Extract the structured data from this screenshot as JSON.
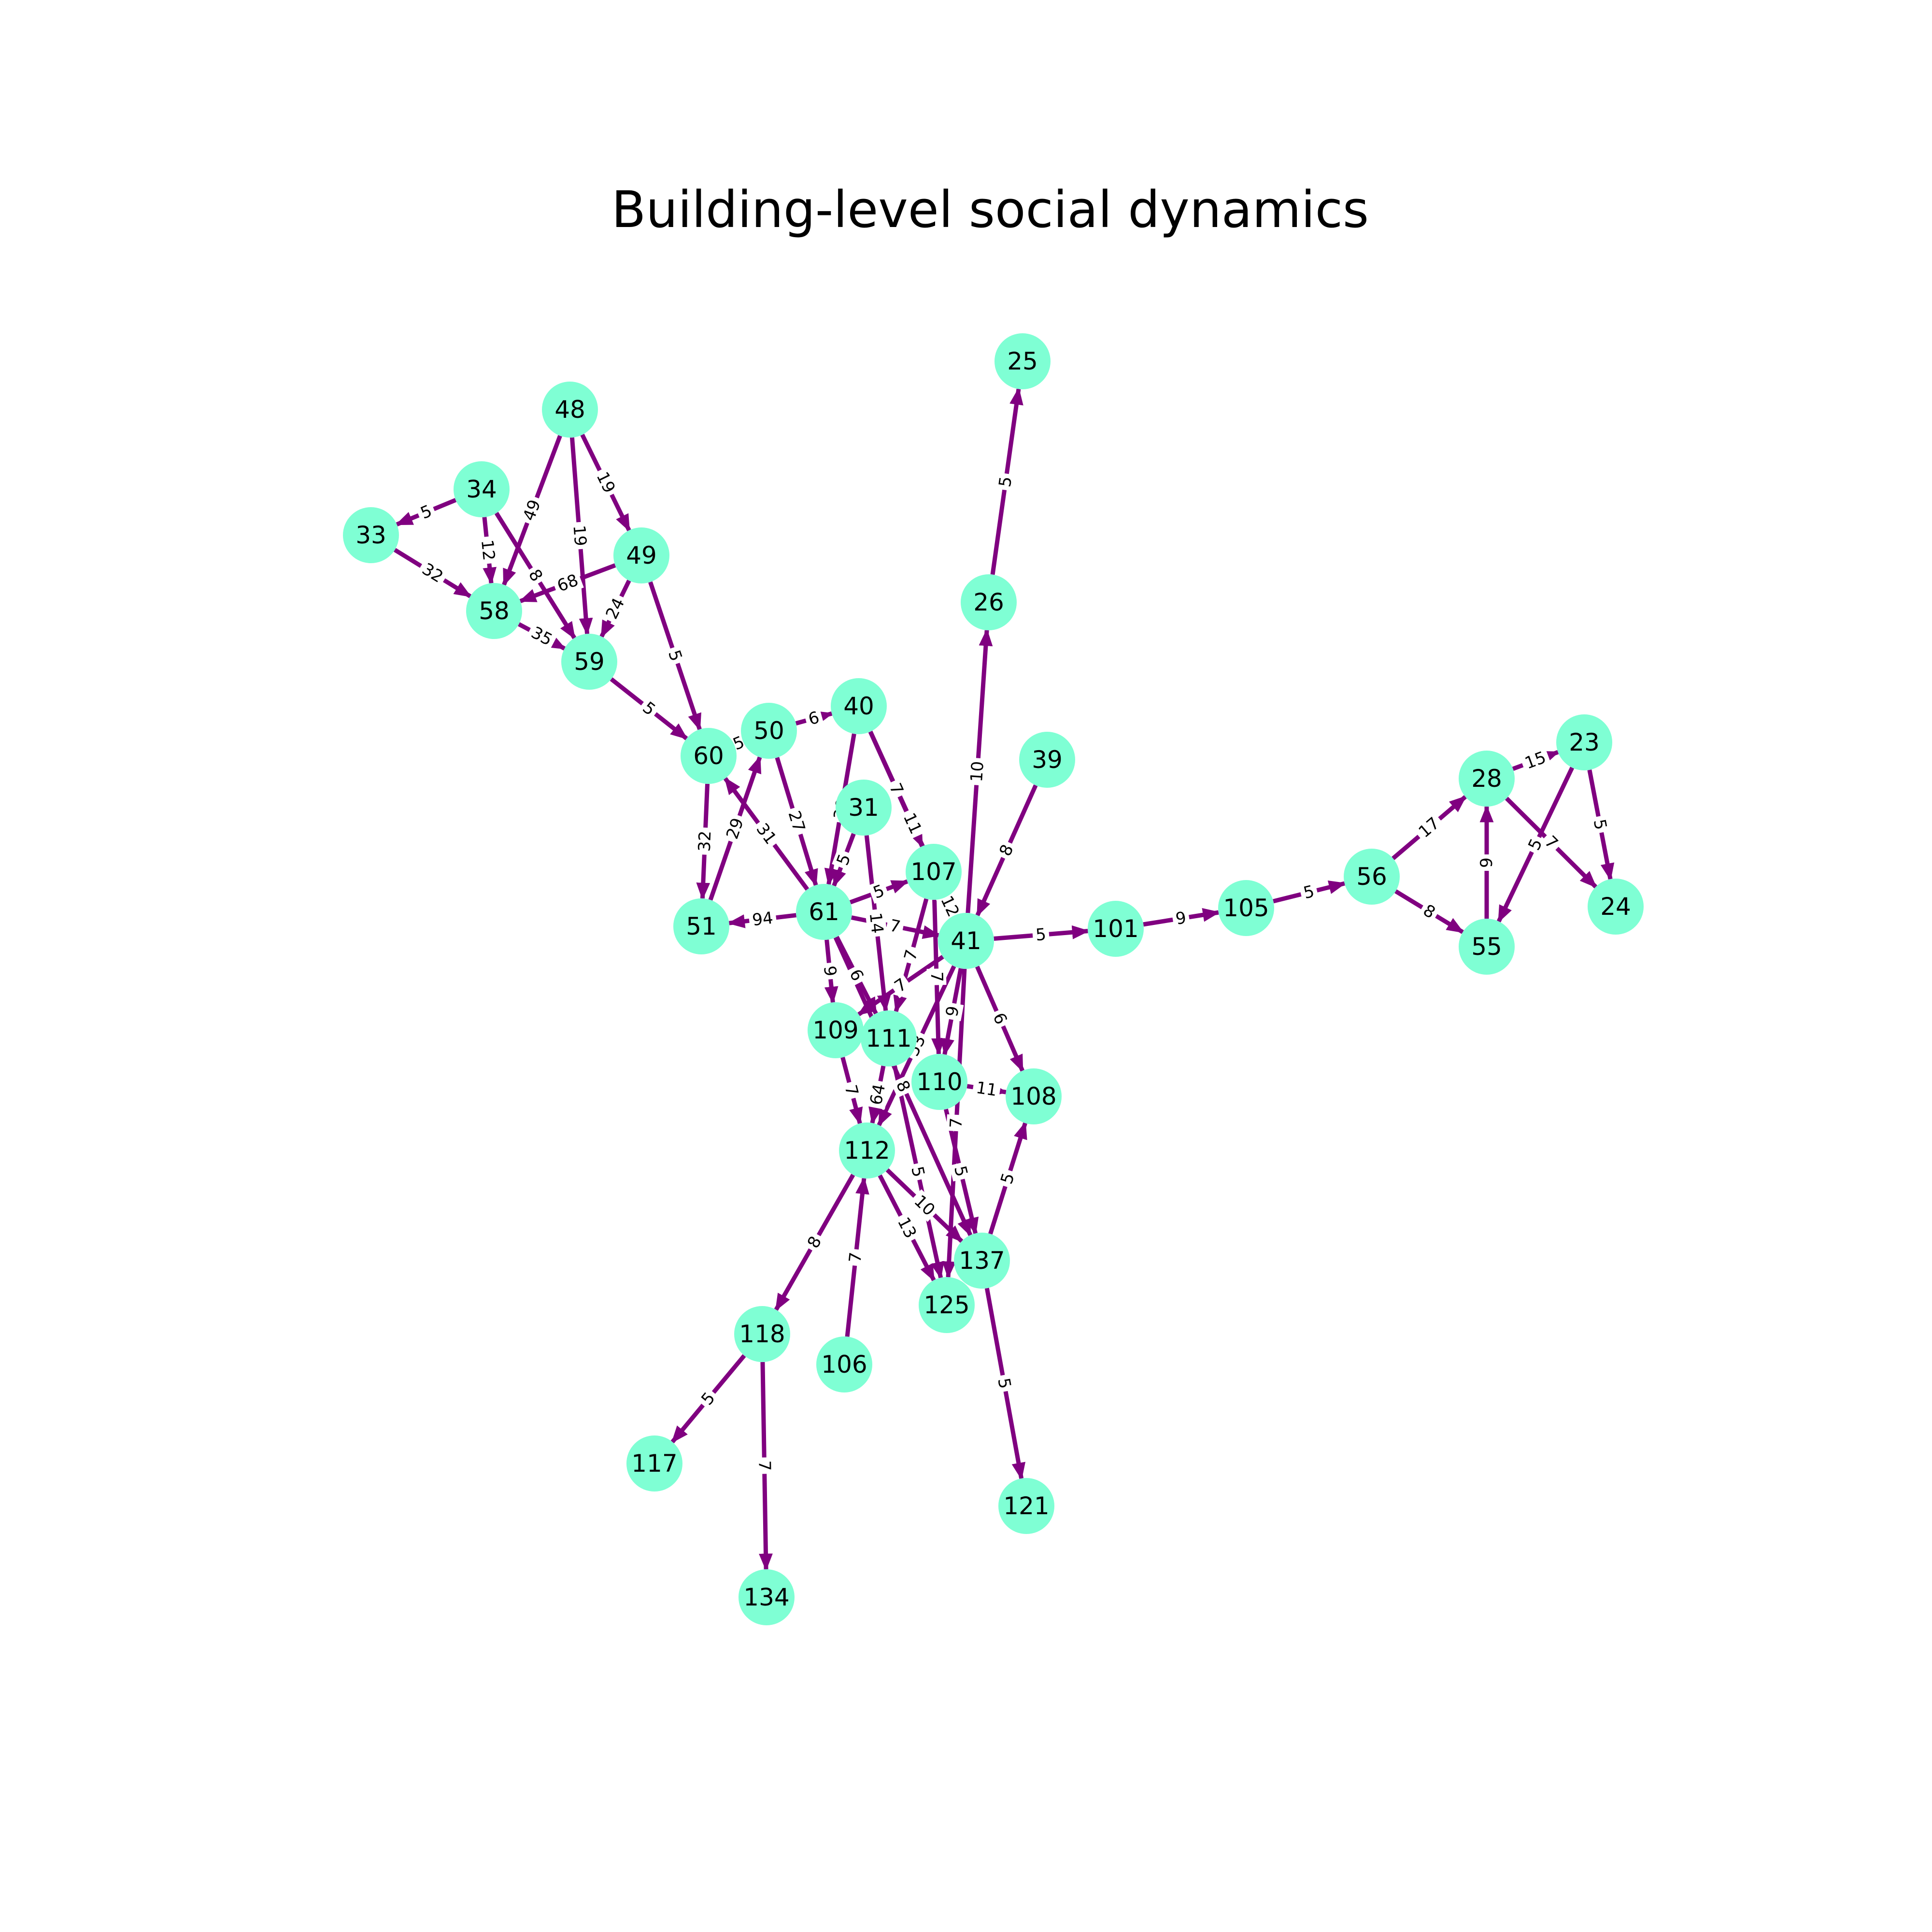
{
  "title": "Building-level social dynamics",
  "colors": {
    "node": "#7fffd4",
    "edge": "#800080",
    "background": "#ffffff",
    "text": "#000000"
  },
  "nodes": [
    {
      "id": "25"
    },
    {
      "id": "48"
    },
    {
      "id": "34"
    },
    {
      "id": "33"
    },
    {
      "id": "49"
    },
    {
      "id": "58"
    },
    {
      "id": "59"
    },
    {
      "id": "26"
    },
    {
      "id": "40"
    },
    {
      "id": "50"
    },
    {
      "id": "60"
    },
    {
      "id": "39"
    },
    {
      "id": "23"
    },
    {
      "id": "28"
    },
    {
      "id": "31"
    },
    {
      "id": "107"
    },
    {
      "id": "56"
    },
    {
      "id": "24"
    },
    {
      "id": "105"
    },
    {
      "id": "61"
    },
    {
      "id": "51"
    },
    {
      "id": "101"
    },
    {
      "id": "41"
    },
    {
      "id": "55"
    },
    {
      "id": "109"
    },
    {
      "id": "111"
    },
    {
      "id": "110"
    },
    {
      "id": "108"
    },
    {
      "id": "112"
    },
    {
      "id": "137"
    },
    {
      "id": "125"
    },
    {
      "id": "118"
    },
    {
      "id": "106"
    },
    {
      "id": "117"
    },
    {
      "id": "121"
    },
    {
      "id": "134"
    }
  ],
  "edges": [
    {
      "source": "26",
      "target": "25",
      "label": "5"
    },
    {
      "source": "41",
      "target": "26",
      "label": "10"
    },
    {
      "source": "34",
      "target": "33",
      "label": "5"
    },
    {
      "source": "33",
      "target": "58",
      "label": "32"
    },
    {
      "source": "34",
      "target": "58",
      "label": "12"
    },
    {
      "source": "34",
      "target": "59",
      "label": "8"
    },
    {
      "source": "48",
      "target": "58",
      "label": "49"
    },
    {
      "source": "48",
      "target": "59",
      "label": "19"
    },
    {
      "source": "48",
      "target": "49",
      "label": "19"
    },
    {
      "source": "49",
      "target": "58",
      "label": "68"
    },
    {
      "source": "49",
      "target": "59",
      "label": "24"
    },
    {
      "source": "58",
      "target": "59",
      "label": "35"
    },
    {
      "source": "49",
      "target": "60",
      "label": "5"
    },
    {
      "source": "59",
      "target": "60",
      "label": "5"
    },
    {
      "source": "50",
      "target": "40",
      "label": "6"
    },
    {
      "source": "60",
      "target": "50",
      "label": "5"
    },
    {
      "source": "60",
      "target": "51",
      "label": "32"
    },
    {
      "source": "61",
      "target": "60",
      "label": "31"
    },
    {
      "source": "51",
      "target": "50",
      "label": "29"
    },
    {
      "source": "50",
      "target": "61",
      "label": "27"
    },
    {
      "source": "61",
      "target": "51",
      "label": "94"
    },
    {
      "source": "40",
      "target": "61",
      "label": "30"
    },
    {
      "source": "40",
      "target": "107",
      "label": "7"
    },
    {
      "source": "40",
      "target": "41",
      "label": "11"
    },
    {
      "source": "31",
      "target": "61",
      "label": "5"
    },
    {
      "source": "31",
      "target": "111",
      "label": "14"
    },
    {
      "source": "61",
      "target": "107",
      "label": "5"
    },
    {
      "source": "61",
      "target": "41",
      "label": "7"
    },
    {
      "source": "107",
      "target": "41",
      "label": "12"
    },
    {
      "source": "39",
      "target": "41",
      "label": "8"
    },
    {
      "source": "41",
      "target": "101",
      "label": "5"
    },
    {
      "source": "101",
      "target": "105",
      "label": "9"
    },
    {
      "source": "105",
      "target": "56",
      "label": "5"
    },
    {
      "source": "56",
      "target": "28",
      "label": "17"
    },
    {
      "source": "56",
      "target": "55",
      "label": "8"
    },
    {
      "source": "28",
      "target": "23",
      "label": "15"
    },
    {
      "source": "55",
      "target": "28",
      "label": "9"
    },
    {
      "source": "28",
      "target": "24",
      "label": "7"
    },
    {
      "source": "23",
      "target": "55",
      "label": "5"
    },
    {
      "source": "23",
      "target": "24",
      "label": "5"
    },
    {
      "source": "41",
      "target": "108",
      "label": "6"
    },
    {
      "source": "41",
      "target": "110",
      "label": "9"
    },
    {
      "source": "41",
      "target": "109",
      "label": "7"
    },
    {
      "source": "61",
      "target": "109",
      "label": "9"
    },
    {
      "source": "61",
      "target": "111",
      "label": "6"
    },
    {
      "source": "61",
      "target": "137",
      "label": "8"
    },
    {
      "source": "107",
      "target": "110",
      "label": "7"
    },
    {
      "source": "107",
      "target": "111",
      "label": "7"
    },
    {
      "source": "109",
      "target": "112",
      "label": "7"
    },
    {
      "source": "111",
      "target": "112",
      "label": "64"
    },
    {
      "source": "41",
      "target": "112",
      "label": "53"
    },
    {
      "source": "110",
      "target": "108",
      "label": "11"
    },
    {
      "source": "110",
      "target": "137",
      "label": "5"
    },
    {
      "source": "111",
      "target": "125",
      "label": "5"
    },
    {
      "source": "41",
      "target": "125",
      "label": "7"
    },
    {
      "source": "137",
      "target": "108",
      "label": "5"
    },
    {
      "source": "112",
      "target": "137",
      "label": "10"
    },
    {
      "source": "112",
      "target": "125",
      "label": "13"
    },
    {
      "source": "112",
      "target": "118",
      "label": "8"
    },
    {
      "source": "106",
      "target": "112",
      "label": "7"
    },
    {
      "source": "118",
      "target": "117",
      "label": "5"
    },
    {
      "source": "118",
      "target": "134",
      "label": "7"
    },
    {
      "source": "137",
      "target": "121",
      "label": "5"
    }
  ]
}
